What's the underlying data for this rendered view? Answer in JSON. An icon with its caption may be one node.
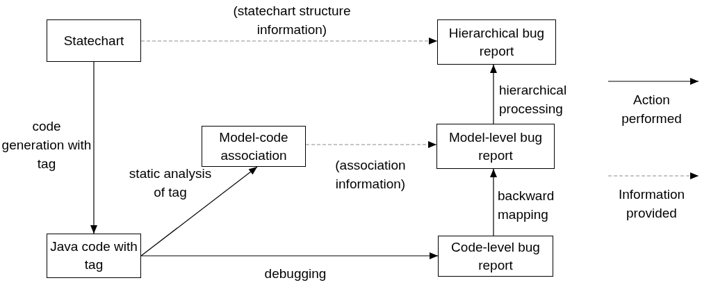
{
  "diagram": {
    "nodes": [
      {
        "text": [
          "Statechart"
        ]
      },
      {
        "text": [
          "Hierarchical bug report"
        ]
      },
      {
        "text": [
          "Model-code association"
        ]
      },
      {
        "text": [
          "Model-level bug report"
        ]
      },
      {
        "text": [
          "Java code with tag"
        ]
      },
      {
        "text": [
          "Code-level bug report"
        ]
      }
    ],
    "edges": [
      {
        "from": 0,
        "to": 1,
        "arrow": "to",
        "label": "(statechart structure information)",
        "style": "dashed",
        "color": "#8c8c8c"
      },
      {
        "from": 0,
        "to": 4,
        "arrow": "to",
        "label": "code generation with tag"
      },
      {
        "from": 4,
        "to": 2,
        "arrow": "to",
        "label": "static analysis of tag"
      },
      {
        "from": 2,
        "to": 3,
        "arrow": "to",
        "label": "(association information)",
        "style": "dashed",
        "color": "#8c8c8c"
      },
      {
        "from": 4,
        "to": 5,
        "arrow": "to",
        "label": "debugging"
      },
      {
        "from": 5,
        "to": 3,
        "arrow": "to",
        "label": "backward mapping"
      },
      {
        "from": 3,
        "to": 1,
        "arrow": "to",
        "label": "hierarchical processing"
      }
    ],
    "legend": [
      {
        "text": "Action performed"
      },
      {
        "text": "Information provided"
      }
    ]
  }
}
